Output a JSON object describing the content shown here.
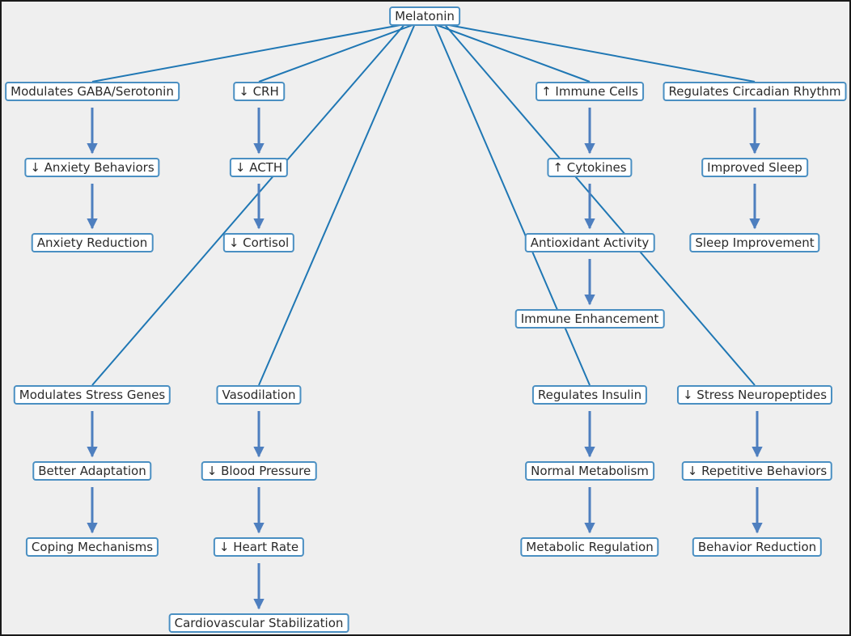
{
  "colors": {
    "background": "#efefef",
    "node_border": "#4a8fc2",
    "line": "#1f77b4",
    "arrow": "#4e7fbf"
  },
  "nodes": {
    "melatonin": "Melatonin",
    "gaba": "Modulates GABA/Serotonin",
    "crh": "↓ CRH",
    "immune_cells": "↑ Immune Cells",
    "circadian": "Regulates Circadian Rhythm",
    "anxiety_behaviors": "↓ Anxiety Behaviors",
    "acth": "↓ ACTH",
    "cytokines": "↑ Cytokines",
    "improved_sleep": "Improved Sleep",
    "anxiety_reduction": "Anxiety Reduction",
    "cortisol": "↓ Cortisol",
    "antioxidant": "Antioxidant Activity",
    "sleep_improvement": "Sleep Improvement",
    "immune_enhancement": "Immune Enhancement",
    "stress_genes": "Modulates Stress Genes",
    "vasodilation": "Vasodilation",
    "insulin": "Regulates Insulin",
    "stress_neuropeptides": "↓ Stress Neuropeptides",
    "better_adaptation": "Better Adaptation",
    "blood_pressure": "↓ Blood Pressure",
    "normal_metabolism": "Normal Metabolism",
    "repetitive_behaviors": "↓ Repetitive Behaviors",
    "coping": "Coping Mechanisms",
    "heart_rate": "↓ Heart Rate",
    "metabolic_regulation": "Metabolic Regulation",
    "behavior_reduction": "Behavior Reduction",
    "cardio": "Cardiovascular Stabilization"
  }
}
